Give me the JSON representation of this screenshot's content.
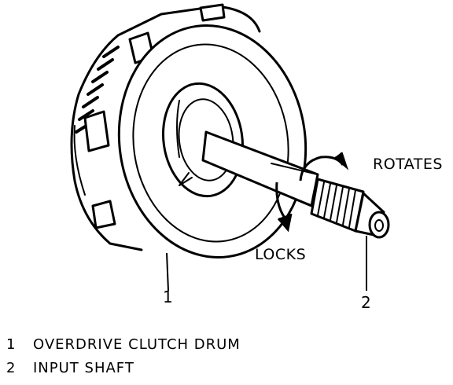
{
  "callouts": {
    "rotates": "ROTATES",
    "locks": "LOCKS",
    "part1": "1",
    "part2": "2"
  },
  "legend": [
    {
      "number": "1",
      "text": "OVERDRIVE CLUTCH DRUM"
    },
    {
      "number": "2",
      "text": "INPUT SHAFT"
    }
  ]
}
